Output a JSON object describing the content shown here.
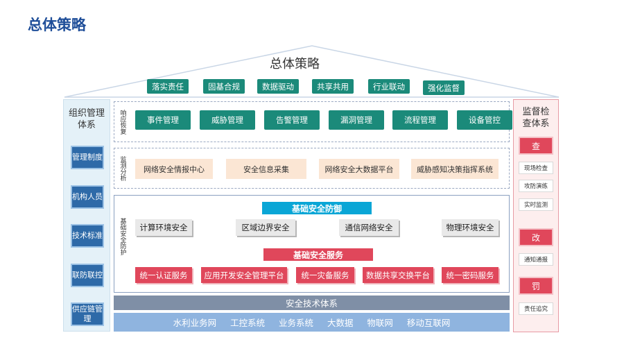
{
  "title": "总体策略",
  "roof_title": "总体策略",
  "strategies": [
    "落实责任",
    "固基合规",
    "数据驱动",
    "共享共用",
    "行业联动",
    "强化监督"
  ],
  "left": {
    "title": "组织管理体系",
    "items": [
      "管理制度",
      "机构人员",
      "技术标准",
      "联防联控",
      "供应链管理"
    ]
  },
  "right": {
    "title": "监督检查体系",
    "cha": "查",
    "cha_items": [
      "现场检查",
      "攻防演练",
      "实时监测"
    ],
    "gai": "改",
    "gai_items": [
      "通知通报"
    ],
    "fa": "罚",
    "fa_items": [
      "责任追究"
    ]
  },
  "response": {
    "label": "响应恢复",
    "items": [
      "事件管理",
      "威胁管理",
      "告警管理",
      "漏洞管理",
      "流程管理",
      "设备管控"
    ]
  },
  "monitoring": {
    "label": "监测分析",
    "items": [
      "网络安全情报中心",
      "安全信息采集",
      "网络安全大数据平台",
      "威胁感知决策指挥系统"
    ]
  },
  "base": {
    "label": "基础安全防护",
    "defense_title": "基础安全防御",
    "defense_items": [
      "计算环境安全",
      "区域边界安全",
      "通信网络安全",
      "物理环境安全"
    ],
    "service_title": "基础安全服务",
    "service_items": [
      "统一认证服务",
      "应用开发安全管理平台",
      "统一灾备服务",
      "数据共享交换平台",
      "统一密码服务"
    ]
  },
  "tech_system": "安全技术体系",
  "networks": "水利业务网  工控系统  业务系统  大数据  物联网  移动互联网",
  "colors": {
    "teal": "#1b8a7a",
    "red": "#e0475b",
    "blue": "#2e6aa8",
    "cyan": "#0aa6d6",
    "title_blue": "#1f4e99"
  }
}
